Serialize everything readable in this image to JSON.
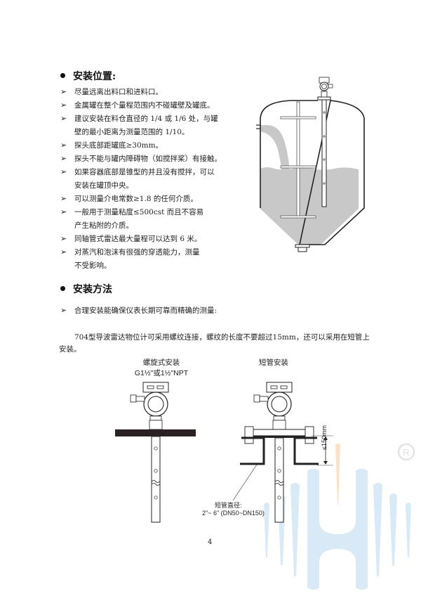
{
  "section1": {
    "title": "安装位置:",
    "items": [
      {
        "lines": [
          "尽量远离出料口和进料口。"
        ]
      },
      {
        "lines": [
          "金属罐在整个量程范围内不碰罐壁及罐底。"
        ]
      },
      {
        "lines": [
          "建议安装在料仓直径的 1/4 或 1/6 处，与罐",
          "壁的最小距离为测量范围的 1/10。"
        ]
      },
      {
        "lines": [
          "探头底部距罐底≥30mm。"
        ]
      },
      {
        "lines": [
          "探头不能与罐内障碍物（如搅拌桨）有接触。"
        ]
      },
      {
        "lines": [
          "如果容器底部是锥型的并且没有搅拌，可以",
          "安装在罐顶中央。"
        ]
      },
      {
        "lines": [
          "可以测量介电常数≥1.8 的任何介质。"
        ]
      },
      {
        "lines": [
          "一般用于测量粘度≤500cst 而且不容易",
          "产生粘附的介质。"
        ]
      },
      {
        "lines": [
          "同轴管式雷达最大量程可以达到 6 米。"
        ]
      },
      {
        "lines": [
          "对蒸汽和泡沫有很强的穿透能力，测量",
          "不受影响。"
        ]
      }
    ]
  },
  "section2": {
    "title": "安装方法",
    "item": "合理安装能确保仪表长期可靠而精确的测量:",
    "paragraph_line1": "704型导波雷达物位计可采用螺纹连接，螺纹的长度不要超过15mm，还可以采用在短管上",
    "paragraph_line2": "安装。"
  },
  "figures": {
    "thread": {
      "title": "螺旋式安装",
      "subtitle": "G1½\"或1½\"NPT"
    },
    "nozzle": {
      "title": "短管安装",
      "diameter_label": "短管直径:",
      "diameter_value": "2\"~ 6\" (DN50~DN150)",
      "height_label": "≤150mm"
    }
  },
  "page_number": "4",
  "watermark": {
    "mark": "®",
    "colors": {
      "blue": "#d6e8f5",
      "orange": "#fbe3c8"
    }
  },
  "colors": {
    "fill": "#c8c8c8",
    "ink": "#1a1a1a"
  }
}
